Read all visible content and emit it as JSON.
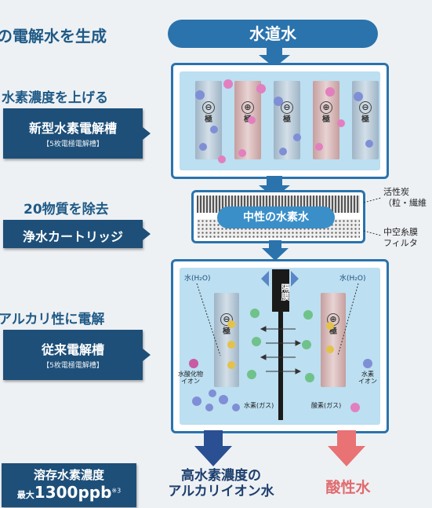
{
  "colors": {
    "dark_blue": "#1d4f79",
    "frame_blue": "#2a73ad",
    "water_blue": "#bcdff1",
    "arrow_blue": "#2a4f92",
    "acid_red": "#e87274",
    "heading_blue": "#1f5a86"
  },
  "title_partial": "の電解水を生成",
  "top_banner": "水道水",
  "section1": {
    "heading": "水素濃度を上げる",
    "callout_title": "新型水素電解槽",
    "callout_sub": "【5枚電極電解槽】"
  },
  "section2": {
    "heading": "20物質を除去",
    "callout_title": "浄水カートリッジ"
  },
  "section3": {
    "heading": "アルカリ性に電解",
    "callout_title": "従来電解槽",
    "callout_sub": "【5枚電極電解槽】"
  },
  "electrode": {
    "negative_sign": "⊖",
    "positive_sign": "⊕",
    "word": "極"
  },
  "filter": {
    "label_neutral": "中性の水素水",
    "activated_carbon": "活性炭",
    "activated_carbon_sub": "（粒・繊維",
    "hollow_fiber": "中空糸膜",
    "hollow_fiber_sub": "フィルタ"
  },
  "cell3": {
    "water_left": "水(H₂O)",
    "water_right": "水(H₂O)",
    "membrane": "隔膜",
    "hydroxide_ion_l1": "水酸化物",
    "hydroxide_ion_l2": "イオン",
    "hydrogen_ion_l1": "水素",
    "hydrogen_ion_l2": "イオン",
    "hydrogen_gas": "水素(ガス)",
    "oxygen_gas": "酸素(ガス)"
  },
  "bottom": {
    "badge_title": "溶存水素濃度",
    "badge_prefix": "最大",
    "badge_value": "1300ppb",
    "badge_note": "※3",
    "alkaline_l1": "高水素濃度の",
    "alkaline_l2": "アルカリイオン水",
    "acid": "酸性水"
  }
}
